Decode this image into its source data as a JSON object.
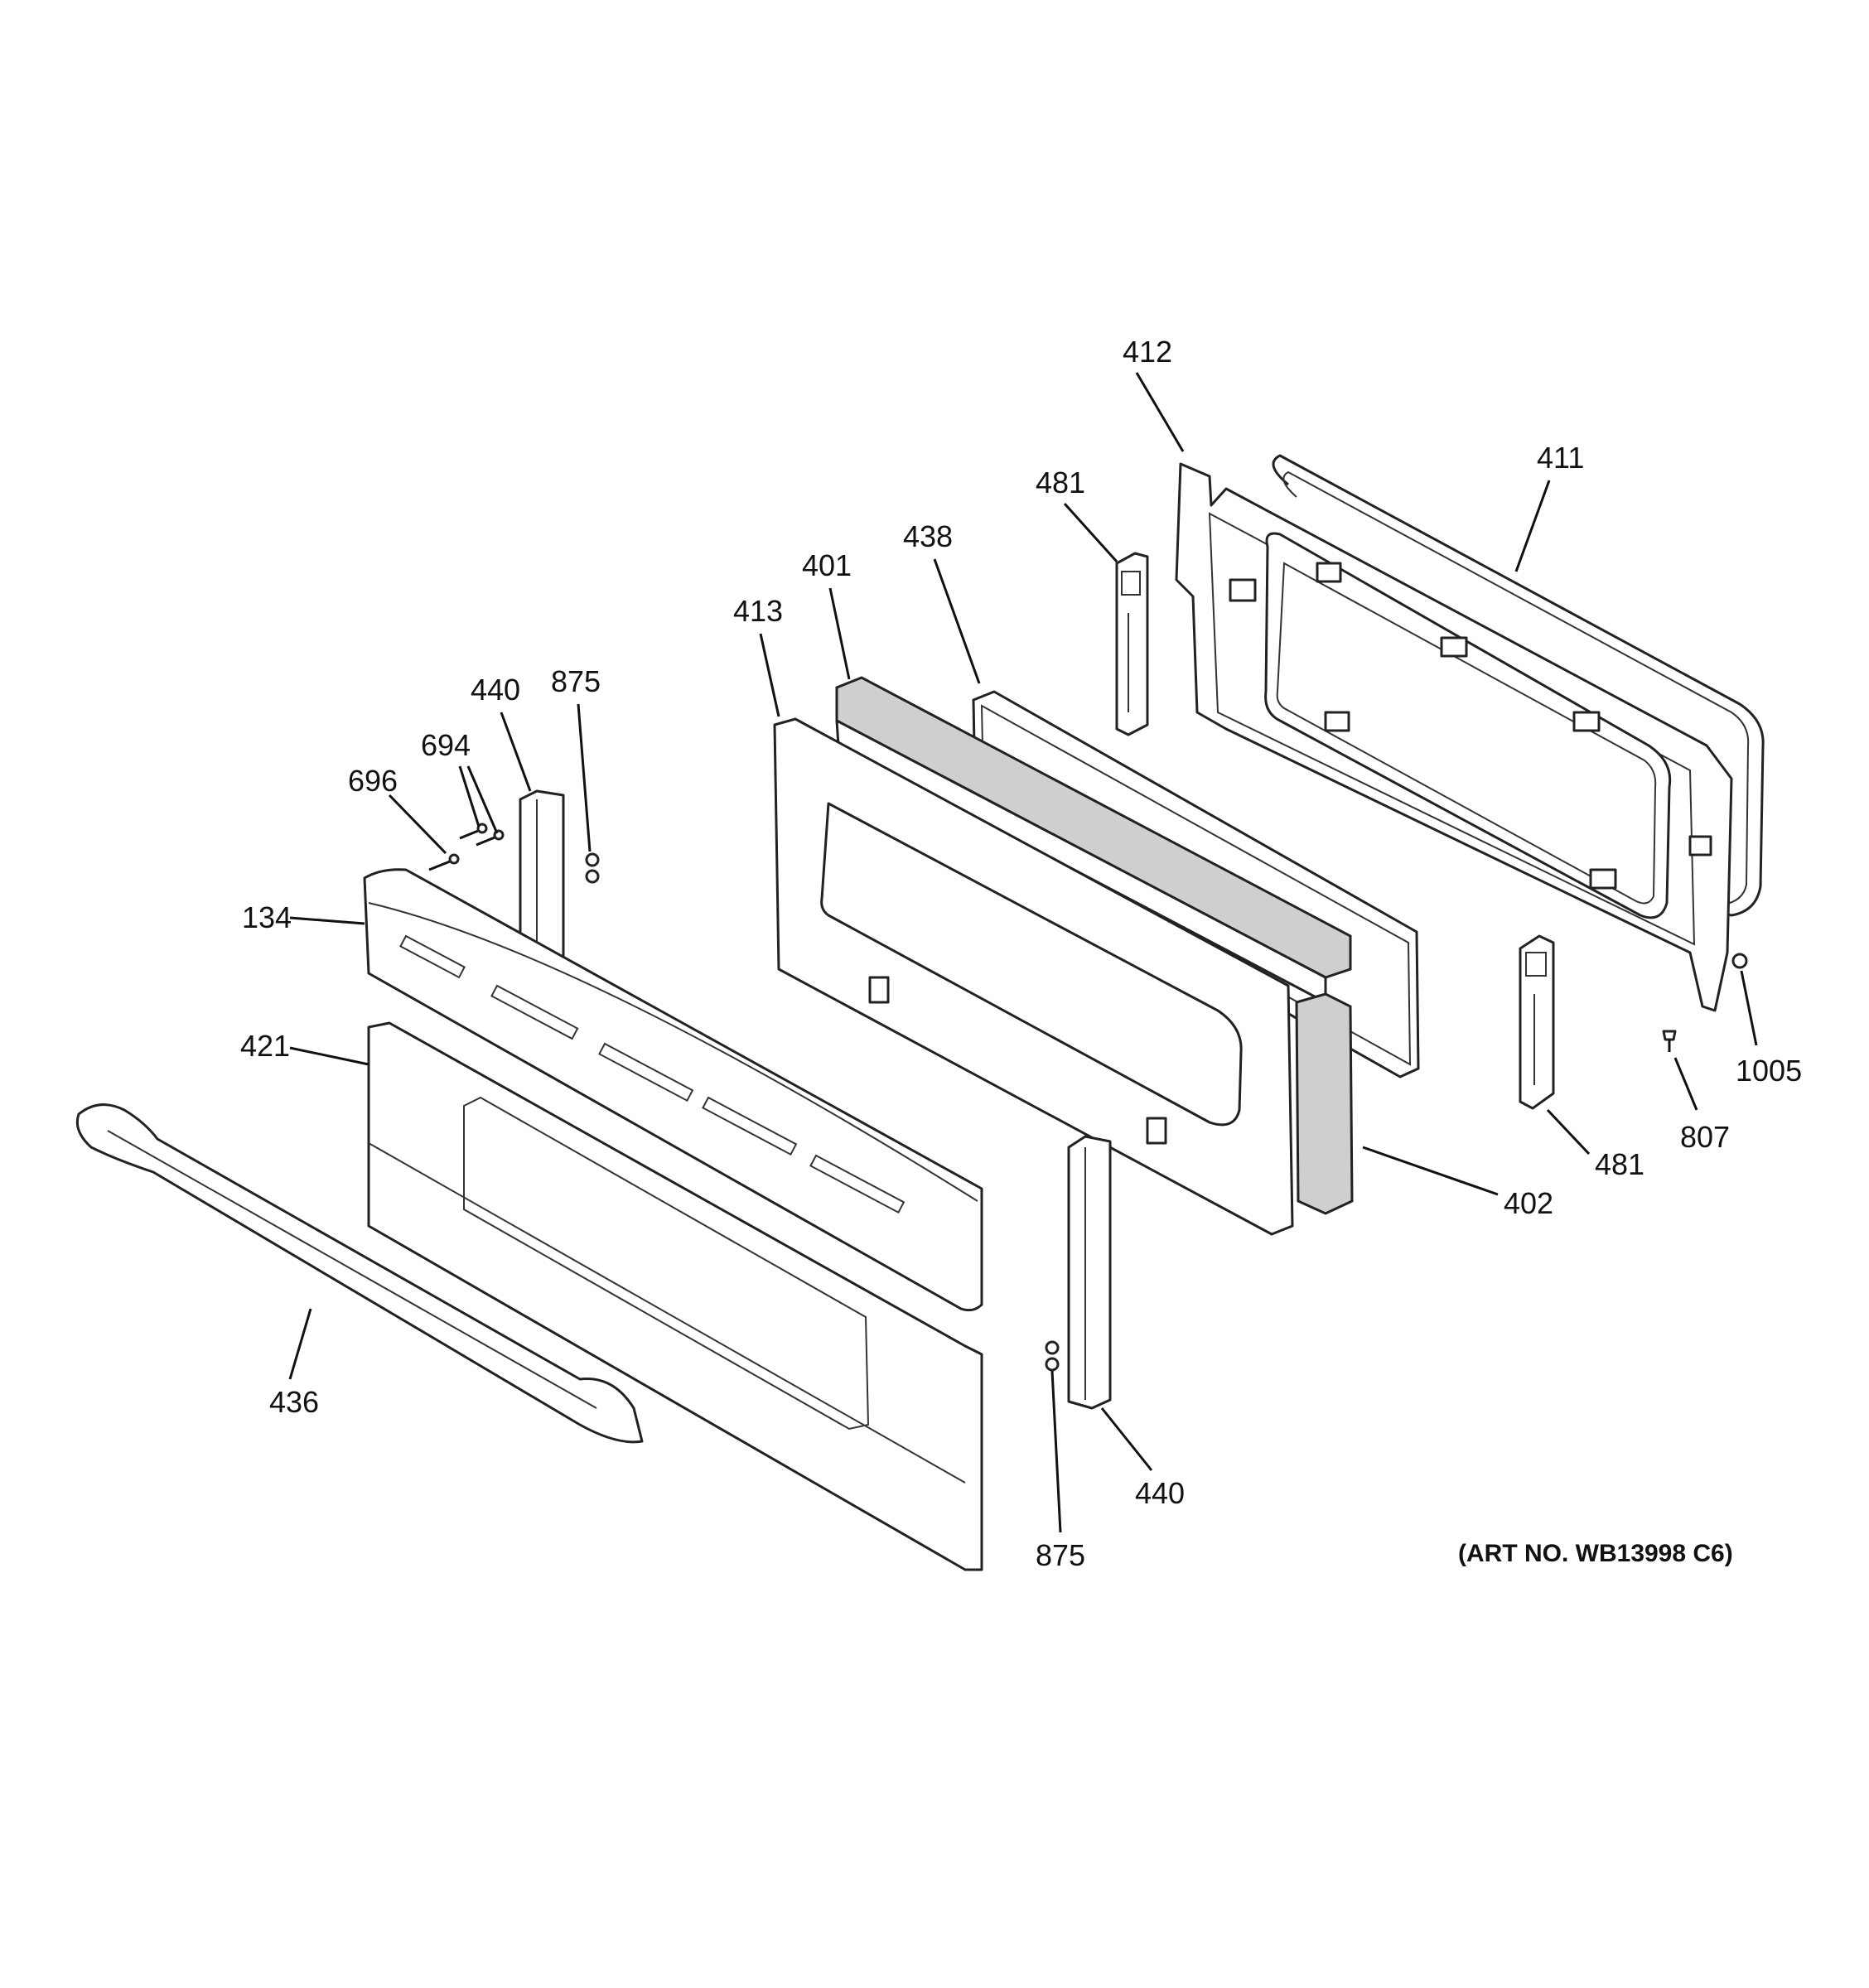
{
  "diagram": {
    "labels": {
      "l412": "412",
      "l411": "411",
      "l481a": "481",
      "l438": "438",
      "l401": "401",
      "l413": "413",
      "l440a": "440",
      "l875a": "875",
      "l694": "694",
      "l696": "696",
      "l134": "134",
      "l421": "421",
      "l436": "436",
      "l875b": "875",
      "l440b": "440",
      "l402": "402",
      "l481b": "481",
      "l807": "807",
      "l1005": "1005"
    },
    "art_number": "(ART NO. WB13998 C6)"
  }
}
